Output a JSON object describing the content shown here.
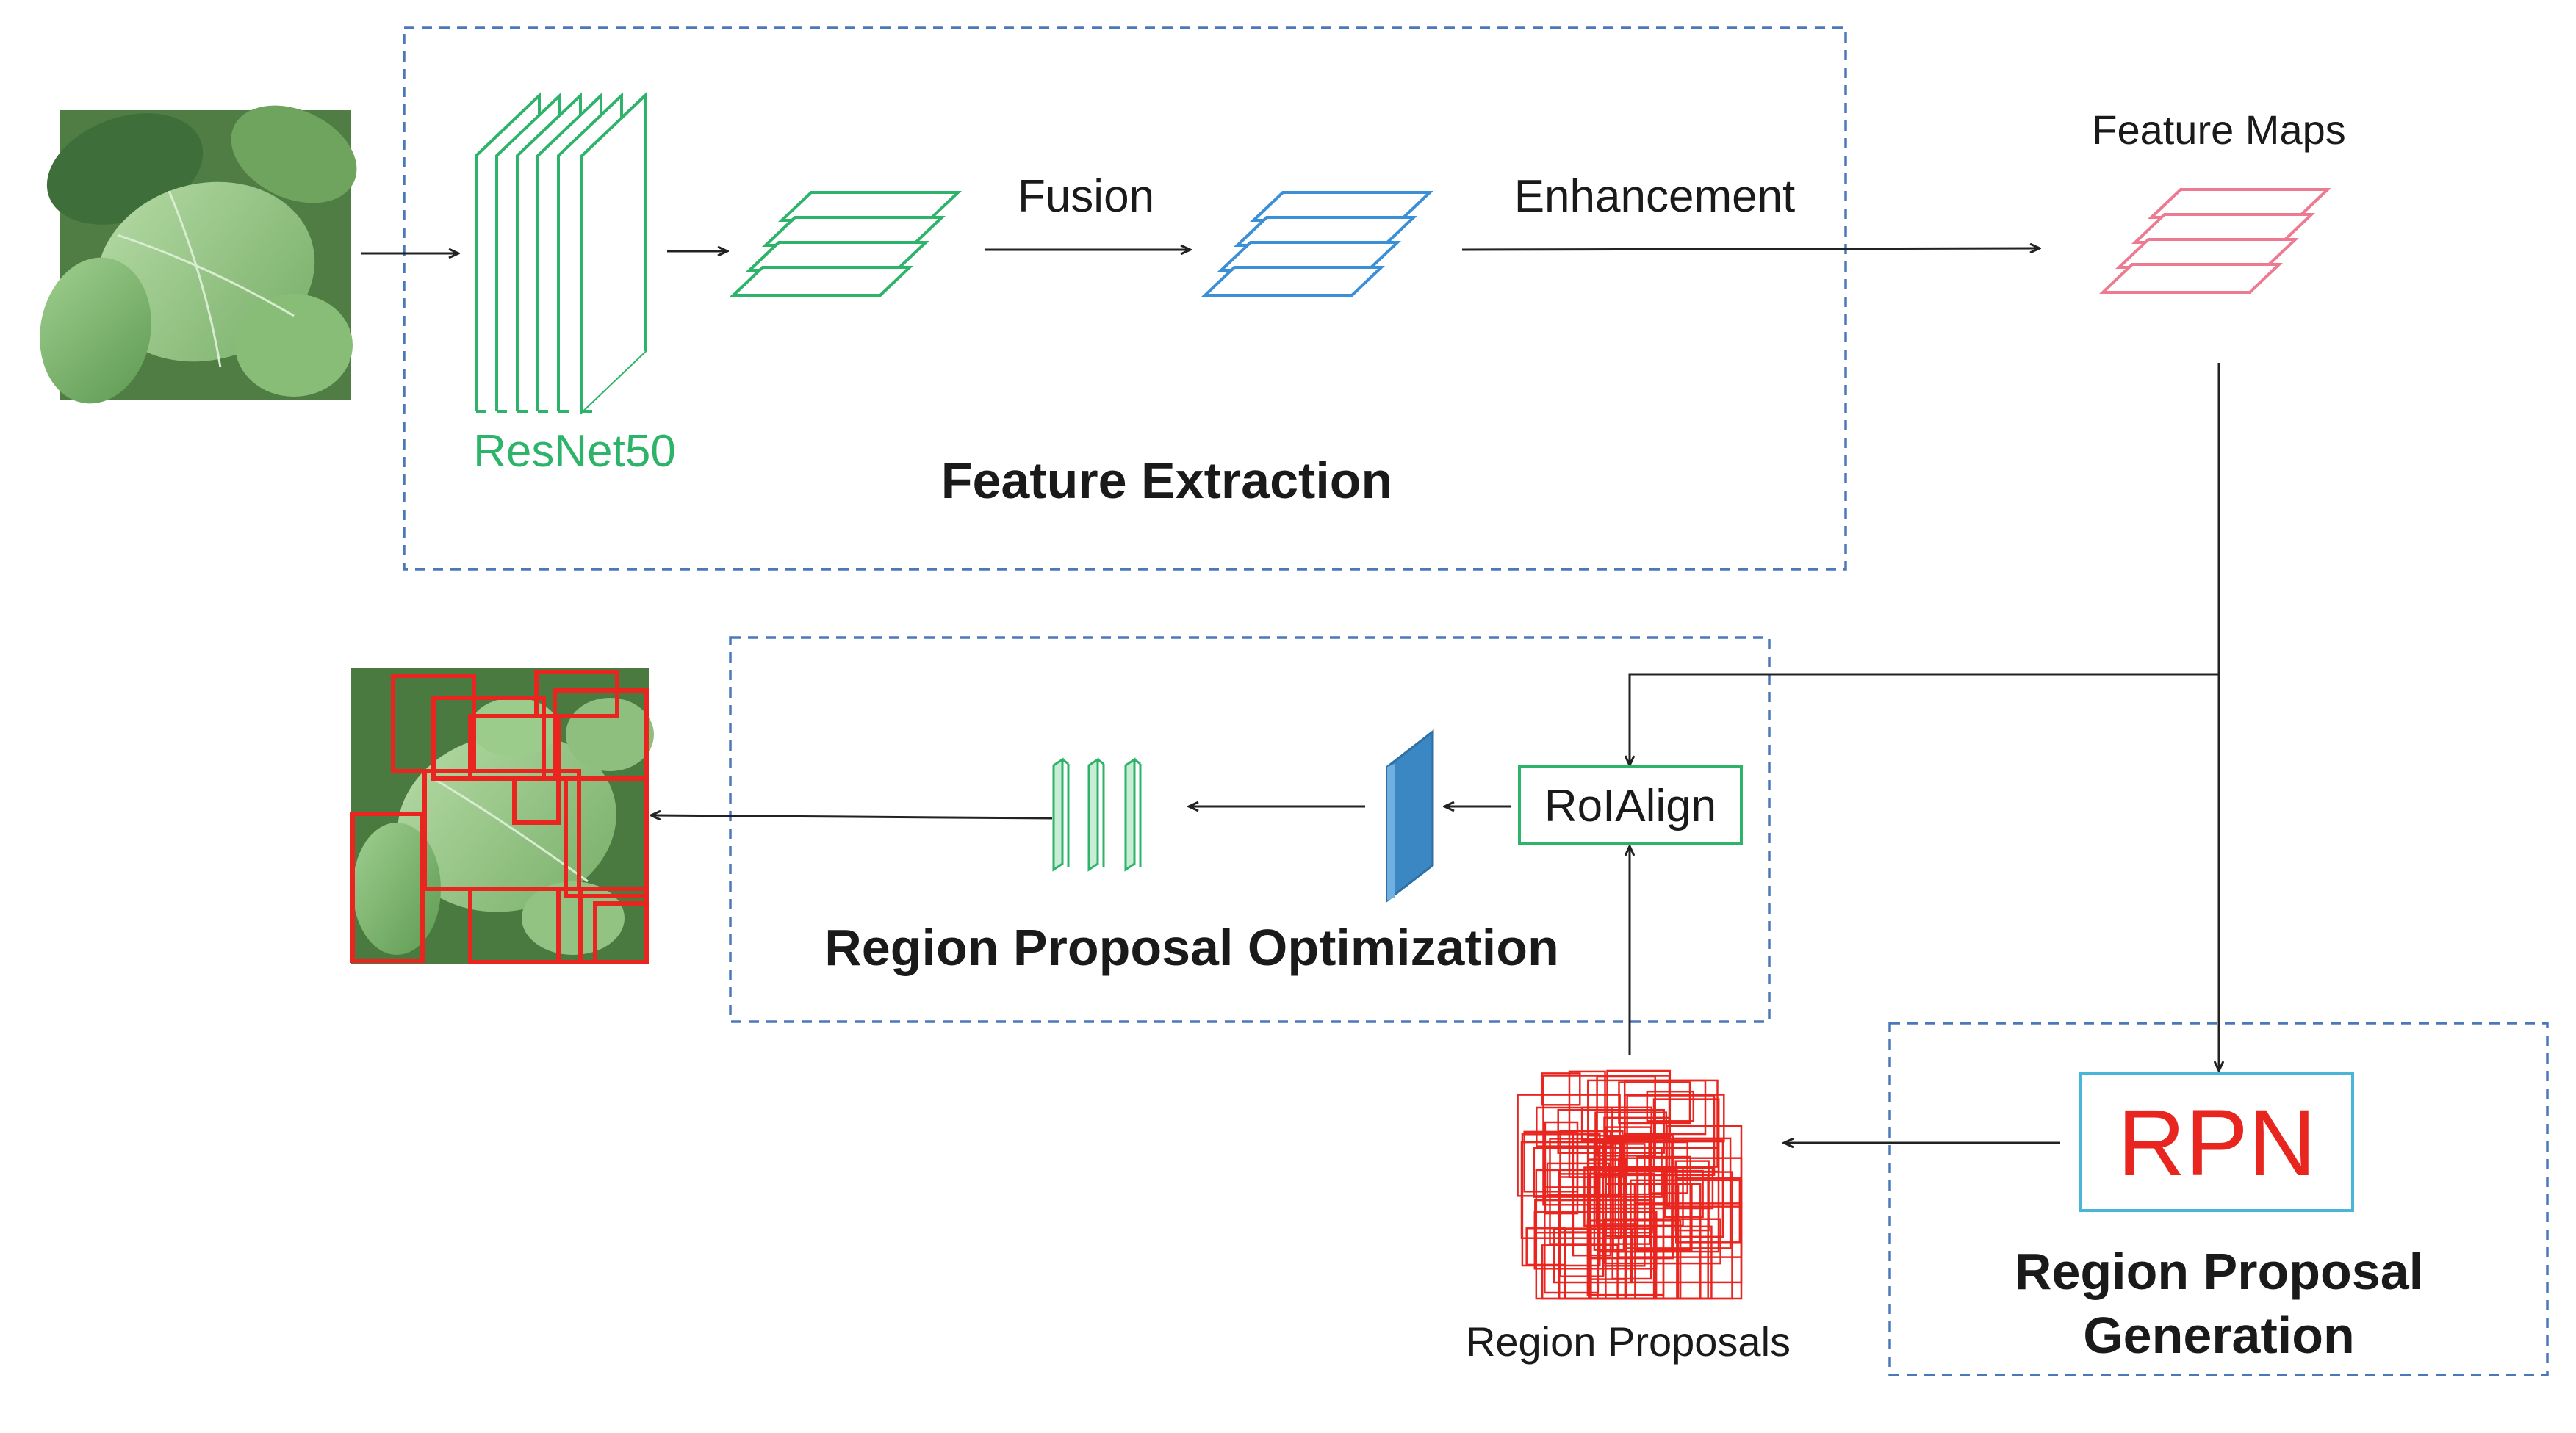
{
  "labels": {
    "resnet": "ResNet50",
    "fusion": "Fusion",
    "enhancement": "Enhancement",
    "feature_maps": "Feature Maps",
    "feature_extraction": "Feature Extraction",
    "roialign": "RoIAlign",
    "region_proposal_optimization": "Region Proposal Optimization",
    "rpn": "RPN",
    "region_proposal_generation_line1": "Region Proposal",
    "region_proposal_generation_line2": "Generation",
    "region_proposals": "Region Proposals"
  },
  "colors": {
    "green": "#2db36a",
    "blue": "#3a8fd6",
    "pink": "#ee7a92",
    "red": "#e8251f",
    "dash": "#4a78b8",
    "cyan": "#49b6d8",
    "arrow": "#222222"
  },
  "icons": {
    "input_image": "leaf-photo",
    "output_image": "leaf-photo-with-red-detection-boxes",
    "proposals": "red-overlapping-boxes"
  }
}
